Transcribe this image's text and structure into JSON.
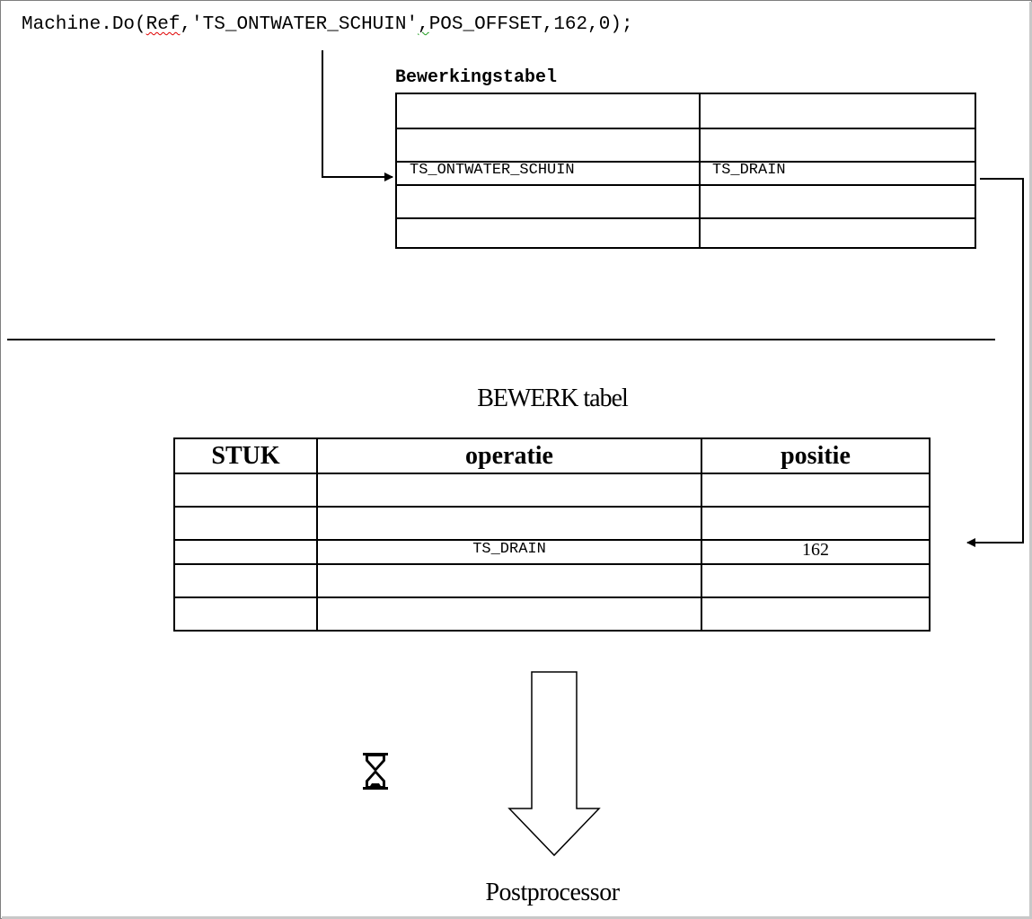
{
  "code": {
    "prefix": "Machine.Do(",
    "ref": "Ref",
    "middle": ",'TS_ONTWATER_SCHUIN'",
    "comma": ",",
    "suffix": "POS_OFFSET,162,0);"
  },
  "bewerkingstabel": {
    "title": "Bewerkingstabel",
    "rows": [
      [
        "",
        ""
      ],
      [
        "",
        ""
      ],
      [
        "TS_ONTWATER_SCHUIN",
        "TS_DRAIN"
      ],
      [
        "",
        ""
      ],
      [
        "",
        ""
      ]
    ]
  },
  "bewerk_tabel": {
    "title": "BEWERK tabel",
    "headers": [
      "STUK",
      "operatie",
      "positie"
    ],
    "rows": [
      [
        "",
        "",
        ""
      ],
      [
        "",
        "",
        ""
      ],
      [
        "",
        "TS_DRAIN",
        "162"
      ],
      [
        "",
        "",
        ""
      ],
      [
        "",
        "",
        ""
      ]
    ]
  },
  "postprocessor": {
    "label": "Postprocessor"
  },
  "icons": {
    "busy": "hourglass-icon"
  }
}
